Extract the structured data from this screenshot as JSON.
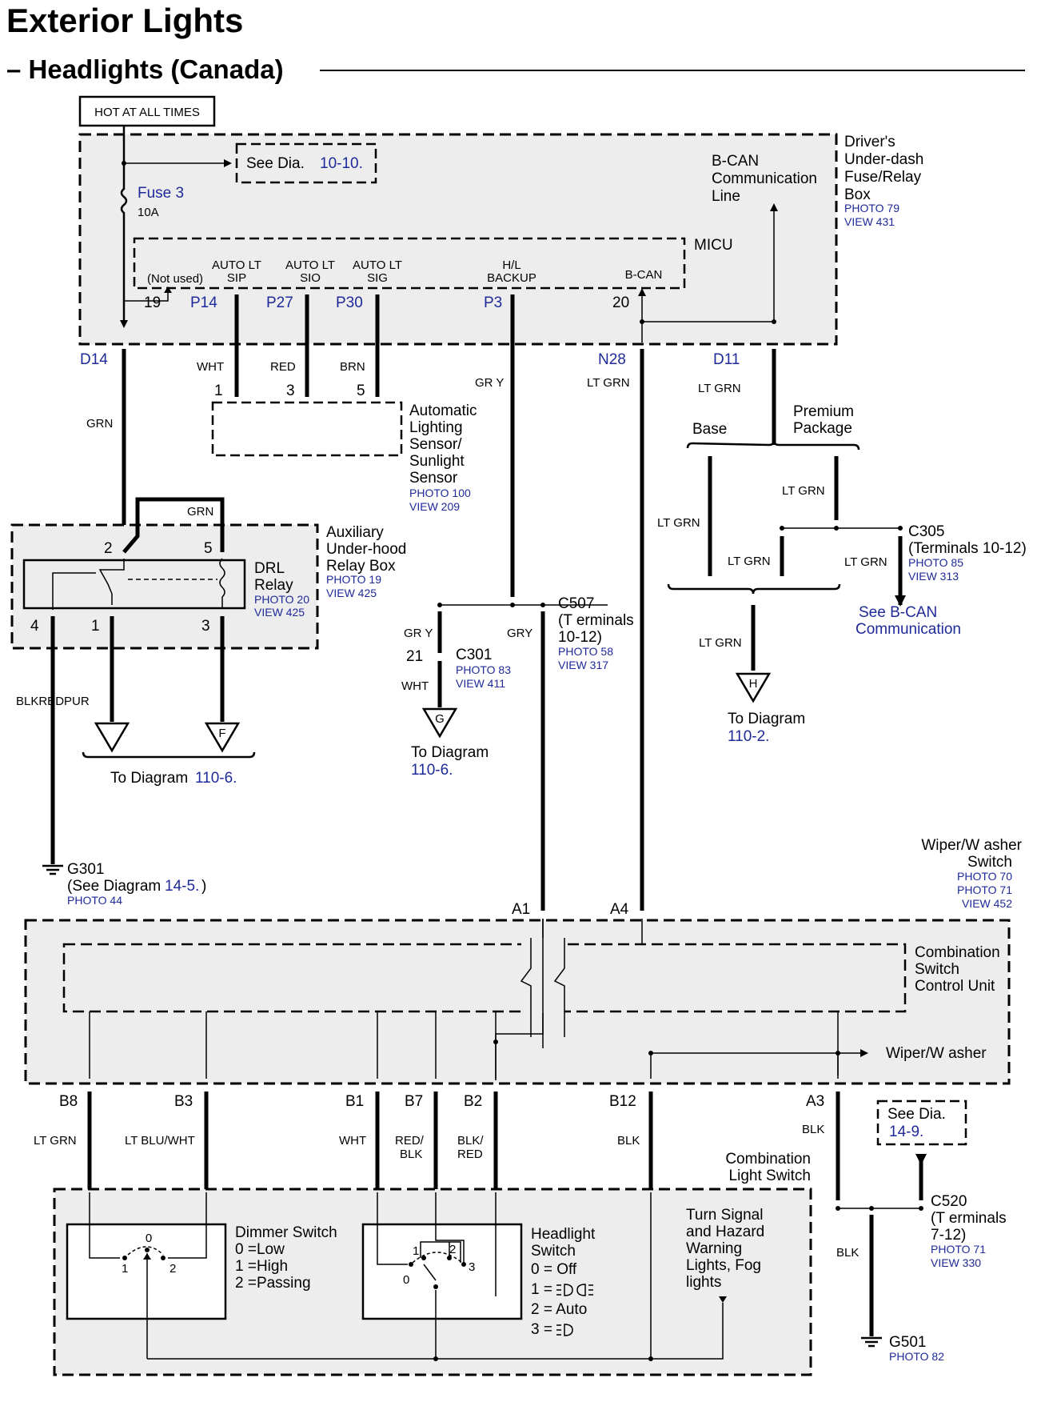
{
  "title": "Exterior Lights",
  "subtitle": "– Headlights (Canada)",
  "hot_at_all_times": "HOT AT ALL TIMES",
  "fuse_box": {
    "name_lines": [
      "Driver's",
      "Under-dash",
      "Fuse/Relay",
      "Box"
    ],
    "photo": "PHOTO 79",
    "view": "VIEW 431",
    "see_dia_prefix": "See  Dia.",
    "see_dia_ref": "10-10.",
    "fuse_name": "Fuse 3",
    "fuse_rating": "10A",
    "bcan_lines": [
      "B-CAN",
      "Communication",
      "Line"
    ]
  },
  "micu": {
    "name": "MICU",
    "not_used": "(Not used)",
    "auto_lt_sip": [
      "AUTO LT",
      "SIP"
    ],
    "auto_lt_sio": [
      "AUTO LT",
      "SIO"
    ],
    "auto_lt_sig": [
      "AUTO LT",
      "SIG"
    ],
    "hl_backup": [
      "H/L",
      "BACKUP"
    ],
    "bcan": "B-CAN",
    "pin_19": "19",
    "pin_p14": "P14",
    "pin_p27": "P27",
    "pin_p30": "P30",
    "pin_p3": "P3",
    "pin_20": "20"
  },
  "connectors": {
    "d14": "D14",
    "n28": "N28",
    "d11": "D11",
    "a1": "A1",
    "a4": "A4",
    "a3": "A3",
    "b8": "B8",
    "b3": "B3",
    "b1": "B1",
    "b7": "B7",
    "b2": "B2",
    "b12": "B12"
  },
  "wires": {
    "wht": "WHT",
    "red": "RED",
    "brn": "BRN",
    "grn": "GRN",
    "gry_top": "GR Y",
    "lt_grn": "LT GRN",
    "blkredpur": "BLKREDPUR",
    "gry": "GRY",
    "b8_color": "LT GRN",
    "b3_color": "LT BLU/WHT",
    "b1_color": "WHT",
    "b7_color": [
      "RED/",
      "BLK"
    ],
    "b2_color": [
      "BLK/",
      "RED"
    ],
    "b12_color": "BLK",
    "a3_color": "BLK",
    "blk": "BLK"
  },
  "sensor": {
    "lines": [
      "Automatic",
      "Lighting",
      "Sensor/",
      "Sunlight",
      "Sensor"
    ],
    "photo": "PHOTO 100",
    "view": "VIEW 209",
    "pin1": "1",
    "pin3": "3",
    "pin5": "5"
  },
  "aux_box": {
    "lines": [
      "Auxiliary",
      "Under-hood",
      "Relay Box"
    ],
    "photo": "PHOTO 19",
    "view": "VIEW 425",
    "relay_lines": [
      "DRL",
      "Relay"
    ],
    "relay_photo": "PHOTO 20",
    "relay_view": "VIEW 425",
    "pin2": "2",
    "pin5": "5",
    "pin4": "4",
    "pin1": "1",
    "pin3": "3"
  },
  "to_diagram_left": {
    "text": "To Diagram ",
    "ref": "110-6.",
    "arrow_f": "F"
  },
  "g301": {
    "name": "G301",
    "see": "(See Diagram",
    "ref": "14-5.",
    "close": ")",
    "photo": "PHOTO 44"
  },
  "c507": {
    "lines": [
      "C507",
      "(T erminals",
      "10-12)"
    ],
    "photo": "PHOTO 58",
    "view": "VIEW 317"
  },
  "c301": {
    "name": "C301",
    "pin": "21",
    "photo": "PHOTO 83",
    "view": "VIEW 411",
    "arrow": "G"
  },
  "to_diagram_mid": {
    "text": "To Diagram",
    "ref": "110-6."
  },
  "base": "Base",
  "premium": [
    "Premium",
    "Package"
  ],
  "c305": {
    "lines": [
      "C305",
      "(Terminals 10-12)"
    ],
    "photo": "PHOTO 85",
    "view": "VIEW 313"
  },
  "see_bcan": [
    "See B-CAN",
    "Communication"
  ],
  "to_diagram_right": {
    "text": "To Diagram",
    "ref": "110-2.",
    "arrow": "H"
  },
  "wiper_switch": {
    "lines": [
      "Wiper/W  asher",
      "Switch"
    ],
    "photo1": "PHOTO 70",
    "photo2": "PHOTO 71",
    "view": "VIEW 452"
  },
  "combo_unit": [
    "Combination",
    "Switch",
    "Control Unit"
  ],
  "wiper_washer": "Wiper/W  asher",
  "combo_light": [
    "Combination",
    "Light Switch"
  ],
  "see_dia_14": {
    "text": "See  Dia.",
    "ref": "14-9."
  },
  "c520": {
    "lines": [
      "C520",
      "(T erminals",
      "7-12)"
    ],
    "photo": "PHOTO 71",
    "view": "VIEW 330"
  },
  "dimmer": {
    "lines": [
      "Dimmer Switch",
      "0 =Low",
      "1 =High",
      "2 =Passing"
    ],
    "p0": "0",
    "p1": "1",
    "p2": "2"
  },
  "headlight": {
    "lines": [
      "Headlight",
      "Switch",
      "0 = Off",
      "1 =",
      "2 = Auto",
      "3 ="
    ],
    "p0": "0",
    "p1": "1",
    "p2": "2",
    "p3": "3"
  },
  "turn_signal": [
    "Turn Signal",
    "and Hazard",
    "Warning",
    "Lights, Fog",
    "lights"
  ],
  "g501": {
    "name": "G501",
    "photo": "PHOTO 82"
  }
}
